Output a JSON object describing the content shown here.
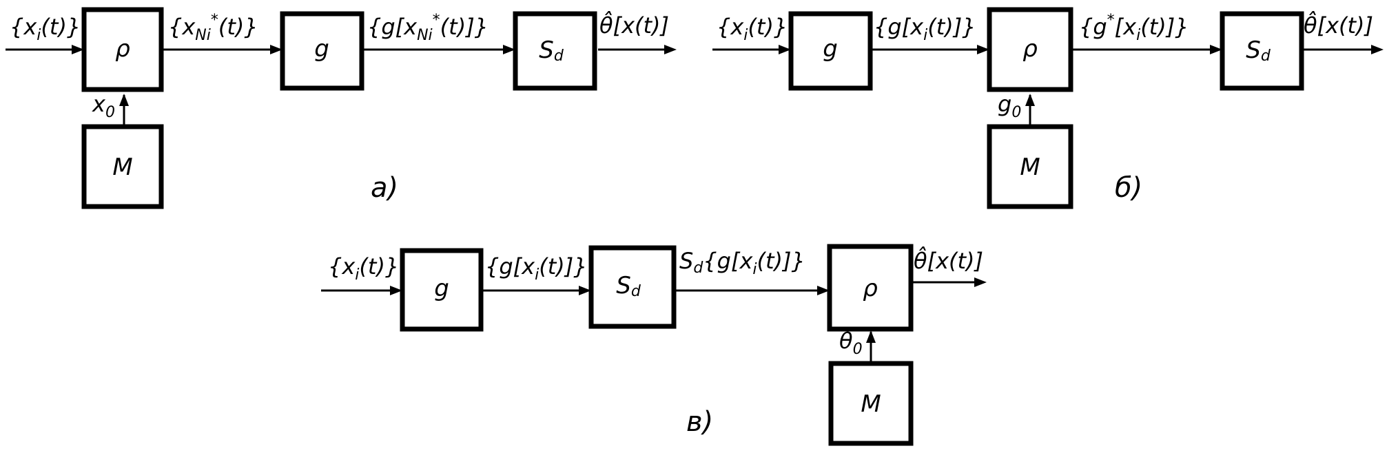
{
  "diagram_a": {
    "caption": "а)",
    "blocks": {
      "rho": "ρ",
      "g": "g",
      "s": "S",
      "s_sub": "d",
      "m": "M"
    },
    "signals": {
      "in_main": "{x",
      "in_sub": "i",
      "in_tail": "(t)}",
      "s1_main": "{x",
      "s1_sub": "Ni",
      "s1_sup": "*",
      "s1_tail": "(t)}",
      "s2_main": "{g[x",
      "s2_sub": "Ni",
      "s2_sup": "*",
      "s2_tail": "(t)]}",
      "out_main": "θ̂[x(t)]",
      "ctrl_main": "x",
      "ctrl_sub": "0"
    }
  },
  "diagram_b": {
    "caption": "б)",
    "blocks": {
      "rho": "ρ",
      "g": "g",
      "s": "S",
      "s_sub": "d",
      "m": "M"
    },
    "signals": {
      "in_main": "{x",
      "in_sub": "i",
      "in_tail": "(t)}",
      "s1_main": "{g[x",
      "s1_sub": "i",
      "s1_tail": "(t)]}",
      "s2_main": "{g",
      "s2_sup": "*",
      "s2_mid": "[x",
      "s2_sub": "i",
      "s2_tail": "(t)]}",
      "out_main": "θ̂[x(t)]",
      "ctrl_main": "g",
      "ctrl_sub": "0"
    }
  },
  "diagram_v": {
    "caption": "в)",
    "blocks": {
      "rho": "ρ",
      "g": "g",
      "s": "S",
      "s_sub": "d",
      "m": "M"
    },
    "signals": {
      "in_main": "{x",
      "in_sub": "i",
      "in_tail": "(t)}",
      "s1_main": "{g[x",
      "s1_sub": "i",
      "s1_tail": "(t)]}",
      "s2_main": "S",
      "s2_sub1": "d",
      "s2_mid": "{g[x",
      "s2_sub2": "i",
      "s2_tail": "(t)]}",
      "out_main": "θ̂[x(t)]",
      "ctrl_main": "θ",
      "ctrl_sub": "0"
    }
  }
}
